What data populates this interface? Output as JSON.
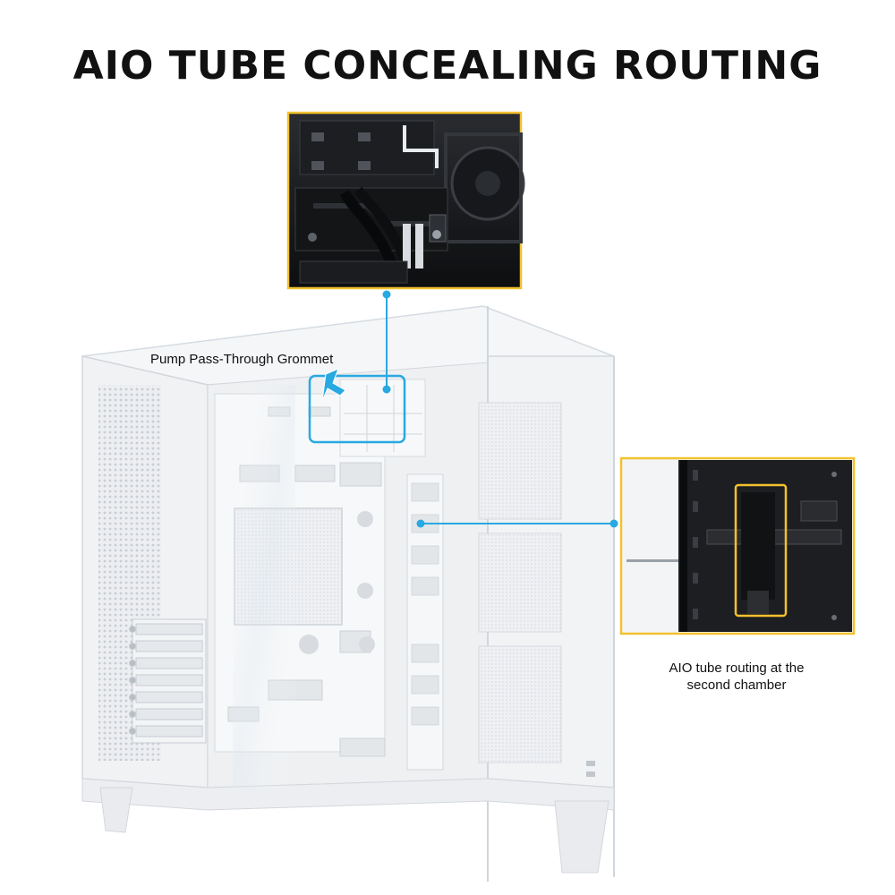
{
  "title": "AIO TUBE CONCEALING ROUTING",
  "callouts": {
    "grommet_label": "Pump Pass-Through Grommet",
    "routing_label_line1": "AIO tube routing at the",
    "routing_label_line2": "second chamber"
  },
  "colors": {
    "accent_cyan": "#29a9e1",
    "inset_border_gold": "#f2c12e",
    "case_white": "#f2f3f5"
  }
}
